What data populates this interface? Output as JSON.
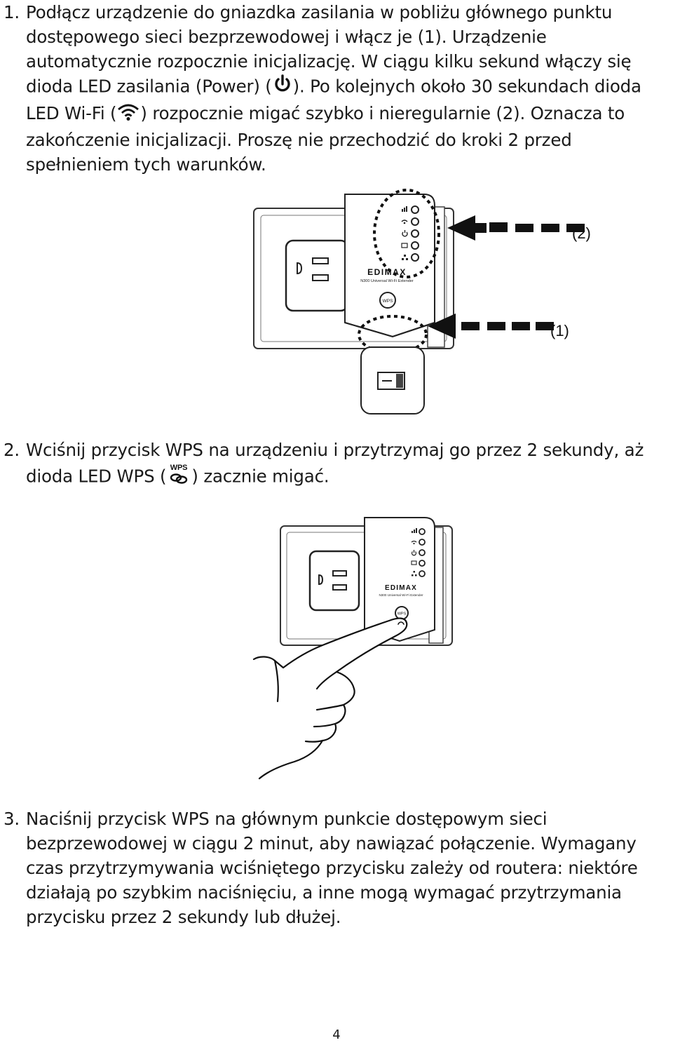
{
  "step1": {
    "number": "1.",
    "line1": "Podłącz urządzenie do gniazdka zasilania w pobliżu głównego punktu",
    "line2": "dostępowego sieci bezprzewodowej i włącz je (1). Urządzenie",
    "line3": "automatycznie rozpocznie inicjalizację. W ciągu kilku sekund włączy się",
    "line4a": "dioda LED zasilania (Power) (",
    "line4b": "). Po kolejnych około 30 sekundach dioda",
    "line5a": "LED Wi-Fi (",
    "line5b": ") rozpocznie migać szybko i nieregularnie (2). Oznacza to",
    "line6": "zakończenie inicjalizacji. Proszę nie przechodzić do kroki 2 przed",
    "line7": "spełnieniem tych warunków."
  },
  "figure1": {
    "callout_led": "(2)",
    "callout_power": "(1)",
    "brand": "EDIMAX",
    "model": "N300 Universal Wi-Fi Extender",
    "wps_label": "WPS"
  },
  "step2": {
    "number": "2.",
    "line1": "Wciśnij przycisk WPS na urządzeniu i przytrzymaj go przez 2 sekundy, aż",
    "line2a": "dioda LED WPS (",
    "line2b": ") zacznie migać.",
    "icon_label": "WPS"
  },
  "figure2": {
    "brand": "EDIMAX",
    "model": "N300 Universal Wi-Fi Extender",
    "wps_label": "WPS"
  },
  "step3": {
    "number": "3.",
    "line1": "Naciśnij przycisk WPS na głównym punkcie dostępowym sieci",
    "line2": "bezprzewodowej w ciągu 2 minut, aby nawiązać połączenie. Wymagany",
    "line3": "czas przytrzymywania wciśniętego przycisku zależy od routera: niektóre",
    "line4": "działają po szybkim naciśnięciu, a inne mogą wymagać przytrzymania",
    "line5": "przycisku przez 2 sekundy lub dłużej."
  },
  "page": {
    "number": "4"
  }
}
